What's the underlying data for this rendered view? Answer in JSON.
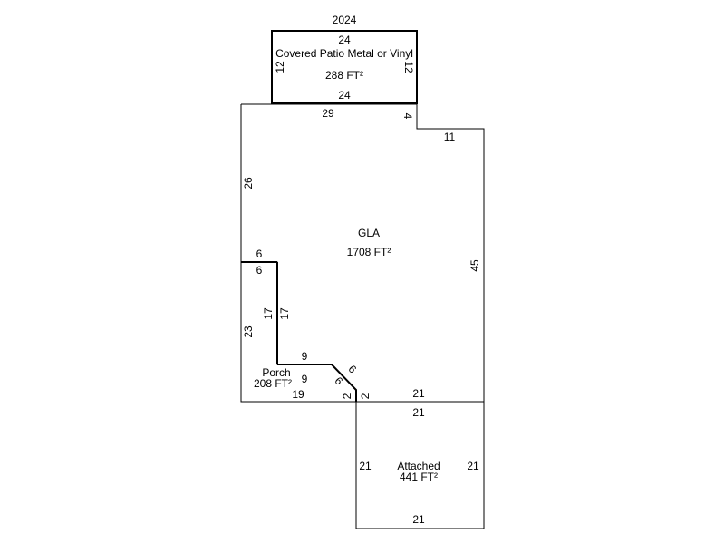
{
  "sketch": {
    "year_label": "2024",
    "patio": {
      "name": "Covered Patio Metal or Vinyl",
      "area": "288 FT²",
      "top": "24",
      "bottom": "24",
      "left": "12",
      "right": "12"
    },
    "gla": {
      "name": "GLA",
      "area": "1708 FT²",
      "top": "29",
      "step": "4",
      "top_right": "11",
      "left_upper": "26",
      "right": "45",
      "notch_top_outer": "6",
      "notch_top_inner": "6",
      "notch_side_outer": "17",
      "notch_side_inner": "17",
      "porch_top": "9",
      "diag_outer": "6",
      "bottom": "21",
      "step_down": "2"
    },
    "porch": {
      "name": "Porch",
      "area": "208 FT²",
      "left": "23",
      "inner": "9",
      "bottom": "19",
      "diag": "6",
      "right": "2"
    },
    "garage": {
      "name": "Attached",
      "area": "441 FT²",
      "top": "21",
      "bottom": "21",
      "left": "21",
      "right": "21"
    }
  }
}
